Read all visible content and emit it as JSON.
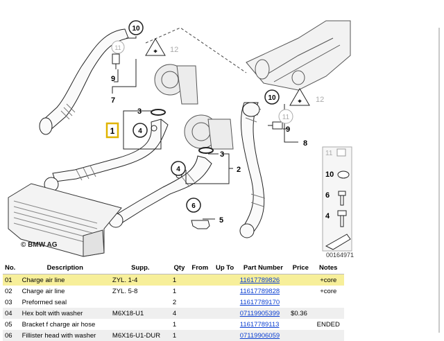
{
  "diagram": {
    "copyright": "© BMW AG",
    "code": "00164971",
    "callouts": [
      "10",
      "12",
      "9",
      "7",
      "3",
      "1",
      "4",
      "2",
      "8",
      "6",
      "5"
    ],
    "legend": [
      "11",
      "10",
      "6",
      "4"
    ]
  },
  "table": {
    "headers": [
      "No.",
      "Description",
      "Supp.",
      "Qty",
      "From",
      "Up To",
      "Part Number",
      "Price",
      "Notes"
    ],
    "rows": [
      {
        "no": "01",
        "desc": "Charge air line",
        "supp": "ZYL. 1-4",
        "qty": "1",
        "from": "",
        "upto": "",
        "part": "11617789826",
        "price": "",
        "notes": "+core"
      },
      {
        "no": "02",
        "desc": "Charge air line",
        "supp": "ZYL. 5-8",
        "qty": "1",
        "from": "",
        "upto": "",
        "part": "11617789828",
        "price": "",
        "notes": "+core"
      },
      {
        "no": "03",
        "desc": "Preformed seal",
        "supp": "",
        "qty": "2",
        "from": "",
        "upto": "",
        "part": "11617789170",
        "price": "",
        "notes": ""
      },
      {
        "no": "04",
        "desc": "Hex bolt with washer",
        "supp": "M6X18-U1",
        "qty": "4",
        "from": "",
        "upto": "",
        "part": "07119905399",
        "price": "$0.36",
        "notes": ""
      },
      {
        "no": "05",
        "desc": "Bracket f charge air hose",
        "supp": "",
        "qty": "1",
        "from": "",
        "upto": "",
        "part": "11617789113",
        "price": "",
        "notes": "ENDED"
      },
      {
        "no": "06",
        "desc": "Fillister head with washer",
        "supp": "M6X16-U1-DUR",
        "qty": "1",
        "from": "",
        "upto": "",
        "part": "07119906059",
        "price": "",
        "notes": ""
      }
    ]
  },
  "colors": {
    "highlight": "#f7ef9a",
    "alt_row": "#efefef",
    "link": "#0b3fd1",
    "selected_box": "#e0b400"
  }
}
